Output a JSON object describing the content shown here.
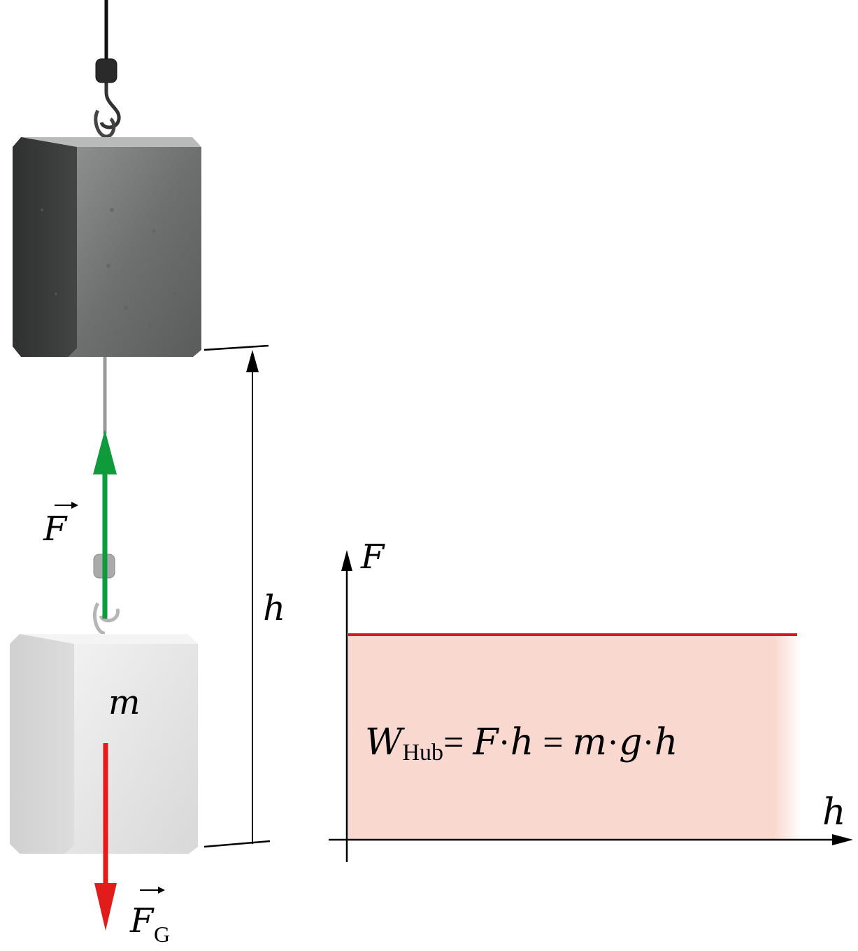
{
  "labels": {
    "force": "F",
    "gravity_force": "F",
    "gravity_subscript": "G",
    "height": "h",
    "mass": "m",
    "graph_y_axis": "F",
    "graph_x_axis": "h"
  },
  "formula": {
    "lhs": "W",
    "lhs_subscript": "Hub",
    "part1": "= ",
    "F": "F",
    "dot1": "·",
    "h1": "h",
    "part2": " = ",
    "m": "m",
    "dot2": "·",
    "g": "g",
    "dot3": "·",
    "h2": "h"
  },
  "colors": {
    "force_arrow": "#0f9a3c",
    "gravity_arrow": "#e21b1b",
    "graph_line": "#d7191c",
    "work_area": "#f9d9cf",
    "block_dark": "#4a4c4b",
    "block_light": "#d4d4d4"
  }
}
